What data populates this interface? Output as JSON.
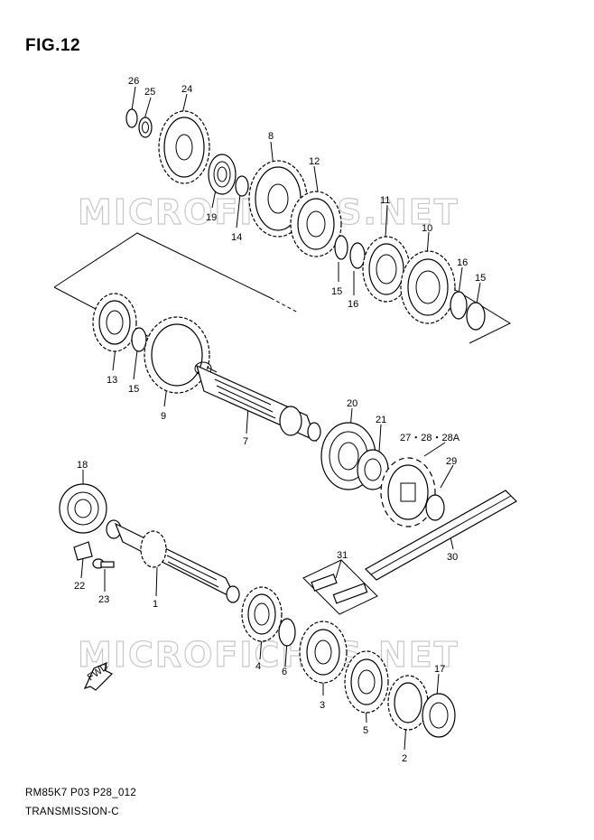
{
  "figure": {
    "title": "FIG.12"
  },
  "watermark": "MICROFICHES.NET",
  "footer": {
    "code": "RM85K7 P03 P28_012",
    "name": "TRANSMISSION-C"
  },
  "fwd_label": "FWD",
  "callouts": {
    "p26": "26",
    "p25": "25",
    "p24": "24",
    "p19": "19",
    "p14": "14",
    "p8": "8",
    "p12": "12",
    "p11": "11",
    "p10": "10",
    "p16a": "16",
    "p15a": "15",
    "p15b": "15",
    "p16b": "16",
    "p13": "13",
    "p15c": "15",
    "p9": "9",
    "p7": "7",
    "p20": "20",
    "p21": "21",
    "p27": "27・28・28A",
    "p29": "29",
    "p18": "18",
    "p22": "22",
    "p23": "23",
    "p1": "1",
    "p31": "31",
    "p30": "30",
    "p4": "4",
    "p6": "6",
    "p3": "3",
    "p5": "5",
    "p17": "17",
    "p2": "2"
  }
}
